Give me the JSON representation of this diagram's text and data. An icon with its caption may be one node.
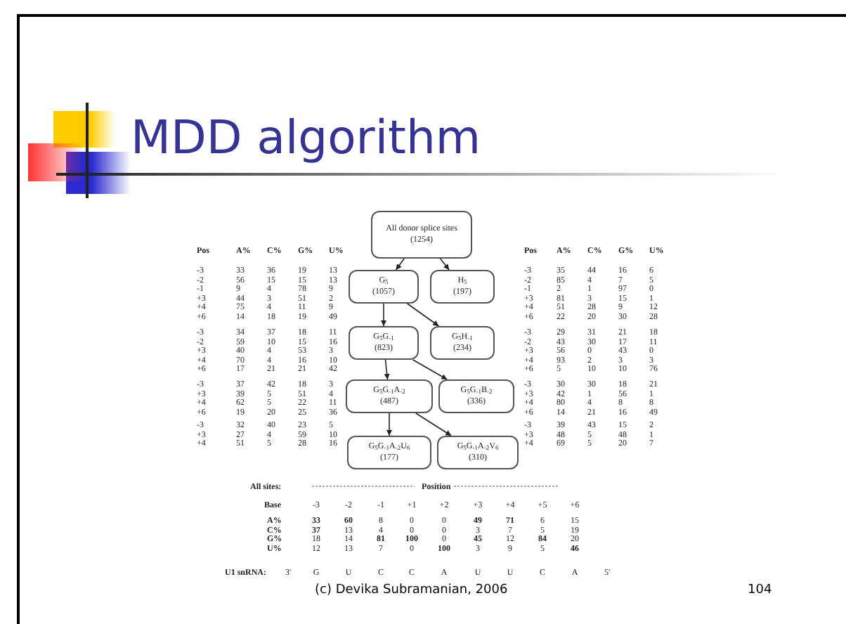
{
  "diagram": {
    "title": "MDD algorithm",
    "nodes": [
      {
        "text": [
          "All donor splice sites",
          "(1254)"
        ]
      },
      {
        "text": [
          "G$_{5}$",
          "(1057)"
        ]
      },
      {
        "text": [
          "H$_{5}$",
          "(197)"
        ]
      },
      {
        "text": [
          "G$_{5}$G$_{-1}$",
          "(823)"
        ]
      },
      {
        "text": [
          "G$_{5}$H$_{-1}$",
          "(234)"
        ]
      },
      {
        "text": [
          "G$_{5}$G$_{-1}$A$_{-2}$",
          "(487)"
        ]
      },
      {
        "text": [
          "G$_{5}$G$_{-1}$B$_{-2}$",
          "(336)"
        ]
      },
      {
        "text": [
          "G$_{5}$G$_{-1}$A$_{-2}$U$_{6}$",
          "(177)"
        ]
      },
      {
        "text": [
          "G$_{5}$G$_{-1}$A$_{-2}$V$_{6}$",
          "(310)"
        ]
      }
    ],
    "edges": [
      {
        "from": 0,
        "to": 1,
        "arrow": "to"
      },
      {
        "from": 0,
        "to": 2,
        "arrow": "to"
      },
      {
        "from": 1,
        "to": 3,
        "arrow": "to"
      },
      {
        "from": 1,
        "to": 4,
        "arrow": "to"
      },
      {
        "from": 3,
        "to": 5,
        "arrow": "to"
      },
      {
        "from": 3,
        "to": 6,
        "arrow": "to"
      },
      {
        "from": 5,
        "to": 7,
        "arrow": "to"
      },
      {
        "from": 5,
        "to": 8,
        "arrow": "to"
      }
    ],
    "labels": [
      "Pos",
      "A%",
      "C%",
      "G%",
      "U%",
      "-3",
      "33",
      "36",
      "19",
      "13",
      "-2",
      "56",
      "15",
      "15",
      "13",
      "-1",
      "9",
      "4",
      "78",
      "9",
      "+3",
      "44",
      "3",
      "51",
      "2",
      "+4",
      "75",
      "4",
      "11",
      "9",
      "+6",
      "14",
      "18",
      "19",
      "49",
      "-3",
      "34",
      "37",
      "18",
      "11",
      "-2",
      "59",
      "10",
      "15",
      "16",
      "+3",
      "40",
      "4",
      "53",
      "3",
      "+4",
      "70",
      "4",
      "16",
      "10",
      "+6",
      "17",
      "21",
      "21",
      "42",
      "-3",
      "37",
      "42",
      "18",
      "3",
      "+3",
      "39",
      "5",
      "51",
      "4",
      "+4",
      "62",
      "5",
      "22",
      "11",
      "+6",
      "19",
      "20",
      "25",
      "36",
      "-3",
      "32",
      "40",
      "23",
      "5",
      "+3",
      "27",
      "4",
      "59",
      "10",
      "+4",
      "51",
      "5",
      "28",
      "16",
      "Pos",
      "A%",
      "C%",
      "G%",
      "U%",
      "-3",
      "35",
      "44",
      "16",
      "6",
      "-2",
      "85",
      "4",
      "7",
      "5",
      "-1",
      "2",
      "1",
      "97",
      "0",
      "+3",
      "81",
      "3",
      "15",
      "1",
      "+4",
      "51",
      "28",
      "9",
      "12",
      "+6",
      "22",
      "20",
      "30",
      "28",
      "-3",
      "29",
      "31",
      "21",
      "18",
      "-2",
      "43",
      "30",
      "17",
      "11",
      "+3",
      "56",
      "0",
      "43",
      "0",
      "+4",
      "93",
      "2",
      "3",
      "3",
      "+6",
      "5",
      "10",
      "10",
      "76",
      "-3",
      "30",
      "30",
      "18",
      "21",
      "+3",
      "42",
      "1",
      "56",
      "1",
      "+4",
      "80",
      "4",
      "8",
      "8",
      "+6",
      "14",
      "21",
      "16",
      "49",
      "-3",
      "39",
      "43",
      "15",
      "2",
      "+3",
      "48",
      "5",
      "48",
      "1",
      "+4",
      "69",
      "5",
      "20",
      "7",
      "All sites:",
      "Position",
      "Base",
      "-3",
      "-2",
      "-1",
      "+1",
      "+2",
      "+3",
      "+4",
      "+5",
      "+6",
      "A%",
      "**33**",
      "**60**",
      "8",
      "0",
      "0",
      "**49**",
      "**71**",
      "6",
      "15",
      "C%",
      "**37**",
      "13",
      "4",
      "0",
      "0",
      "3",
      "7",
      "5",
      "19",
      "G%",
      "18",
      "14",
      "**81**",
      "**100**",
      "0",
      "**45**",
      "12",
      "**84**",
      "20",
      "U%",
      "12",
      "13",
      "7",
      "0",
      "**100**",
      "3",
      "9",
      "5",
      "**46**",
      "U1 snRNA:",
      "3'",
      "G",
      "U",
      "C",
      "C",
      "A",
      "U",
      "U",
      "C",
      "A",
      "5'",
      "(c) Devika Subramanian, 2006",
      "104"
    ]
  }
}
